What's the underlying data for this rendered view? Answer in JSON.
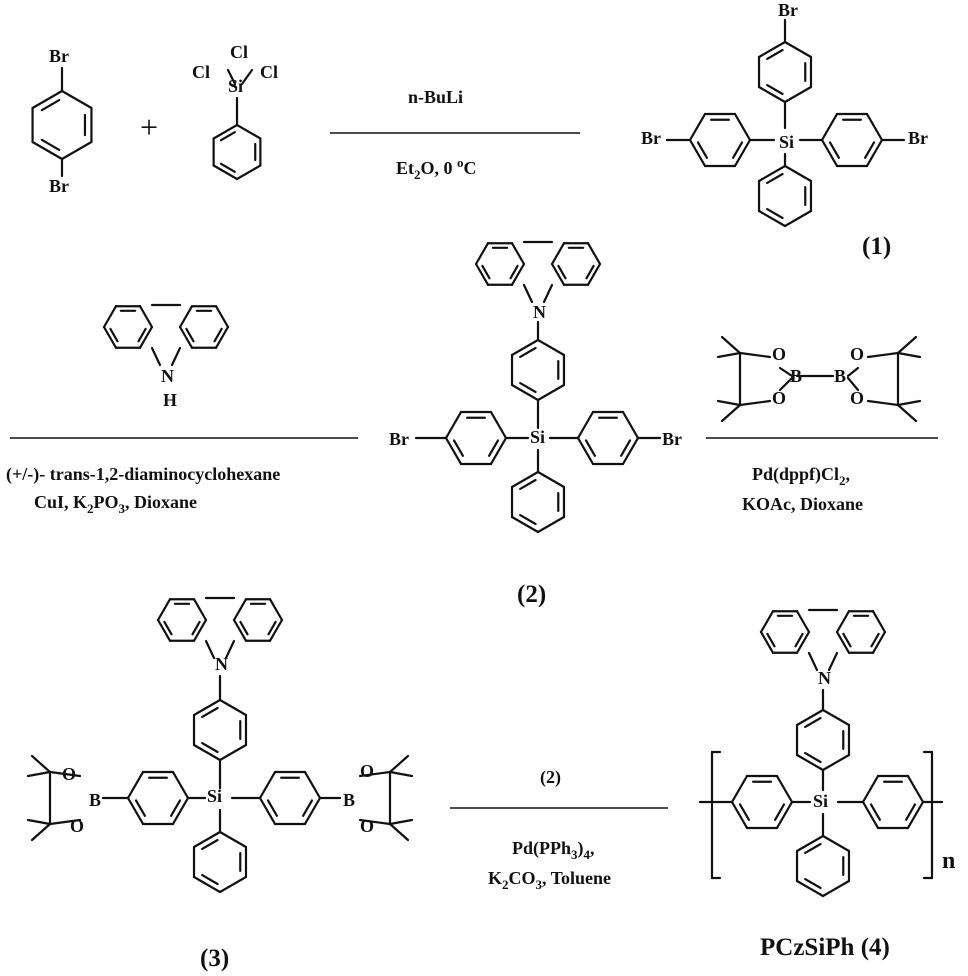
{
  "step1": {
    "reagent_a": {
      "top_atom": "Br",
      "bottom_atom": "Br"
    },
    "plus": "+",
    "reagent_b": {
      "cl_top": "Cl",
      "cl_left": "Cl",
      "cl_right": "Cl",
      "si": "Si"
    },
    "above_arrow": "n-BuLi",
    "below_arrow": {
      "main": "Et",
      "sub": "2",
      "rest": "O, 0 ",
      "sup": "o",
      "unit": "C"
    },
    "product": {
      "br_top": "Br",
      "br_left": "Br",
      "br_right": "Br",
      "si": "Si",
      "label": "(1)"
    }
  },
  "step2": {
    "reagent": {
      "n": "N",
      "h": "H"
    },
    "below_arrow_line1": "(+/-)- trans-1,2-diaminocyclohexane",
    "below_arrow_line2": {
      "a": "CuI,  K",
      "s1": "2",
      "b": "PO",
      "s2": "3",
      "c": ",  Dioxane"
    },
    "product": {
      "n": "N",
      "si": "Si",
      "br_left": "Br",
      "br_right": "Br",
      "label": "(2)"
    }
  },
  "step3": {
    "reagent": {
      "o1": "O",
      "o2": "O",
      "b1": "B",
      "b2": "B",
      "o3": "O",
      "o4": "O"
    },
    "below_arrow_line1": {
      "a": "Pd(dppf)Cl",
      "s": "2",
      "b": ","
    },
    "below_arrow_line2": "KOAc,  Dioxane"
  },
  "step4": {
    "monomer": {
      "n": "N",
      "si": "Si",
      "b_left": "B",
      "b_right": "B",
      "o1": "O",
      "o2": "O",
      "o3": "O",
      "o4": "O",
      "label": "(3)"
    },
    "above_arrow": "(2)",
    "below_arrow_line1": {
      "a": "Pd(PPh",
      "s": "3",
      "b": ")",
      "s2": "4",
      "c": ","
    },
    "below_arrow_line2": {
      "a": "K",
      "s1": "2",
      "b": "CO",
      "s2": "3",
      "c": ",  Toluene"
    },
    "polymer": {
      "n_atom": "N",
      "si": "Si",
      "repeat": "n",
      "label": "PCzSiPh (4)"
    }
  }
}
